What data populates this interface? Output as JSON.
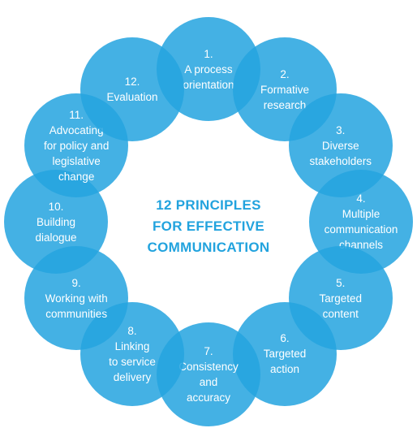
{
  "colors": {
    "circle_fill": "#25a4e0",
    "circle_text": "#ffffff",
    "title_text": "#22a3de"
  },
  "diagram": {
    "title_lines": [
      "12 PRINCIPLES",
      "FOR EFFECTIVE",
      "COMMUNICATION"
    ],
    "principles": [
      {
        "number": "1.",
        "label": "A process\norientation"
      },
      {
        "number": "2.",
        "label": "Formative\nresearch"
      },
      {
        "number": "3.",
        "label": "Diverse\nstakeholders"
      },
      {
        "number": "4.",
        "label": "Multiple\ncommunication\nchannels"
      },
      {
        "number": "5.",
        "label": "Targeted\ncontent"
      },
      {
        "number": "6.",
        "label": "Targeted\naction"
      },
      {
        "number": "7.",
        "label": "Consistency\nand\naccuracy"
      },
      {
        "number": "8.",
        "label": "Linking\nto service\ndelivery"
      },
      {
        "number": "9.",
        "label": "Working with\ncommunities"
      },
      {
        "number": "10.",
        "label": "Building\ndialogue"
      },
      {
        "number": "11.",
        "label": "Advocating\nfor policy and\nlegislative\nchange"
      },
      {
        "number": "12.",
        "label": "Evaluation"
      }
    ]
  }
}
